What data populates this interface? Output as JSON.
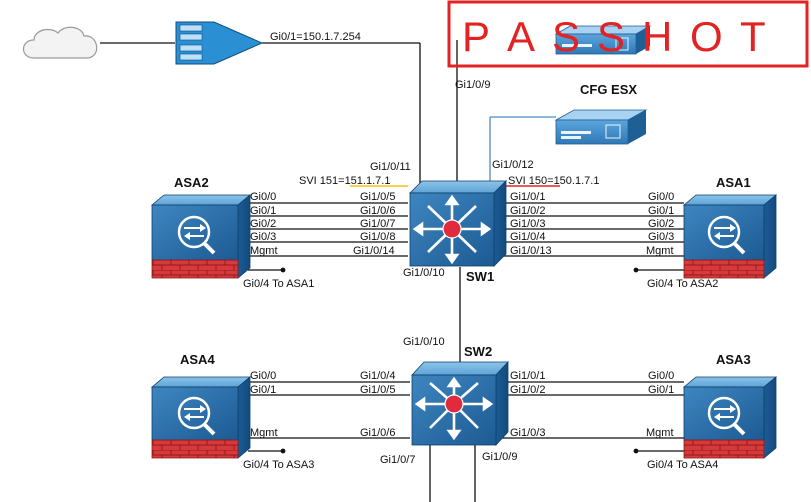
{
  "watermark": {
    "letters": [
      "P",
      "A",
      "S",
      "S",
      "H",
      "O",
      "T"
    ],
    "color": "#e32222"
  },
  "devices": {
    "asa2": "ASA2",
    "asa1": "ASA1",
    "asa4": "ASA4",
    "asa3": "ASA3",
    "sw1": "SW1",
    "sw2": "SW2",
    "cfg_esx": "CFG ESX"
  },
  "labels": {
    "router_gi": "Gi0/1=150.1.7.254",
    "sw1_gi109": "Gi1/0/9",
    "sw1_gi1011": "Gi1/0/11",
    "sw1_gi1012": "Gi1/0/12",
    "svi151": "SVI 151=151.1.7.1",
    "svi150": "SVI 150=150.1.7.1",
    "sw1_gi1010": "Gi1/0/10",
    "sw2_gi1010": "Gi1/0/10",
    "sw2_gi107": "Gi1/0/7",
    "sw2_gi109": "Gi1/0/9",
    "asa2_to": "Gi0/4 To ASA1",
    "asa1_to": "Gi0/4 To ASA2",
    "asa4_to": "Gi0/4 To ASA3",
    "asa3_to": "Gi0/4 To ASA4"
  },
  "ports": {
    "asa2": [
      "Gi0/0",
      "Gi0/1",
      "Gi0/2",
      "Gi0/3",
      "Mgmt"
    ],
    "sw1_left": [
      "Gi1/0/5",
      "Gi1/0/6",
      "Gi1/0/7",
      "Gi1/0/8",
      "Gi1/0/14"
    ],
    "sw1_right": [
      "Gi1/0/1",
      "Gi1/0/2",
      "Gi1/0/3",
      "Gi1/0/4",
      "Gi1/0/13"
    ],
    "asa1": [
      "Gi0/0",
      "Gi0/1",
      "Gi0/2",
      "Gi0/3",
      "Mgmt"
    ],
    "asa4": [
      "Gi0/0",
      "Gi0/1",
      "Mgmt"
    ],
    "sw2_left": [
      "Gi1/0/4",
      "Gi1/0/5",
      "Gi1/0/6"
    ],
    "sw2_right": [
      "Gi1/0/1",
      "Gi1/0/2",
      "Gi1/0/3"
    ],
    "asa3": [
      "Gi0/0",
      "Gi0/1",
      "Mgmt"
    ]
  },
  "colors": {
    "svi151_line": "#f0c419",
    "svi150_line": "#e32222",
    "watermark_border": "#e32222"
  }
}
